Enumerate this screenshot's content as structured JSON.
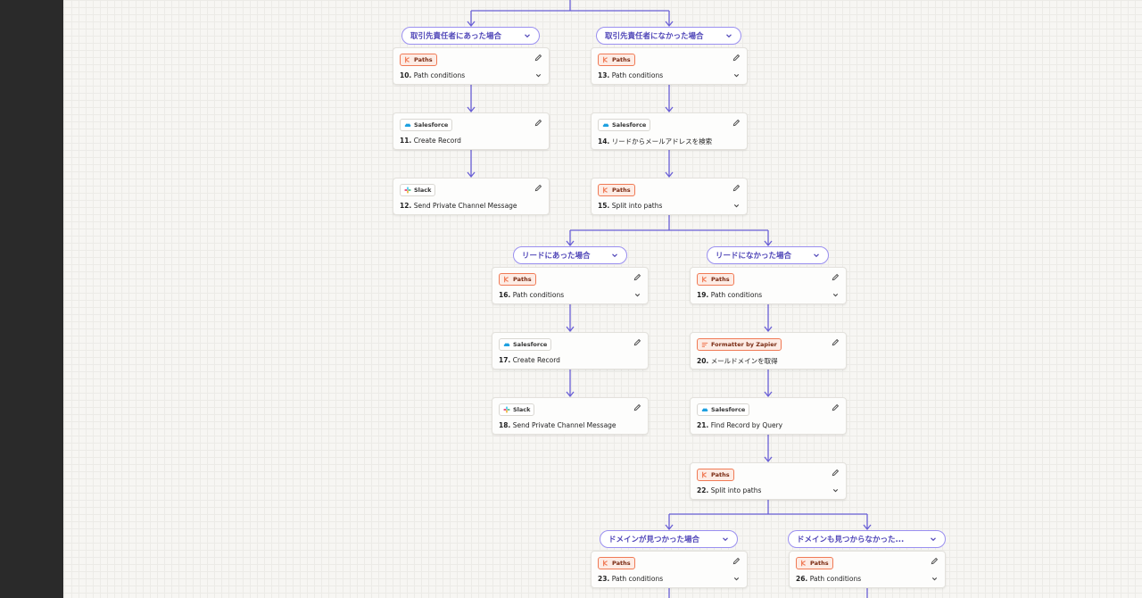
{
  "branches": [
    {
      "label": "取引先責任者にあった場合"
    },
    {
      "label": "取引先責任者になかった場合"
    },
    {
      "label": "リードにあった場合"
    },
    {
      "label": "リードになかった場合"
    },
    {
      "label": "ドメインが見つかった場合"
    },
    {
      "label": "ドメインも見つからなかった..."
    }
  ],
  "steps": [
    {
      "app": "Paths",
      "num": "10.",
      "title": "Path conditions"
    },
    {
      "app": "Salesforce",
      "num": "11.",
      "title": "Create Record"
    },
    {
      "app": "Slack",
      "num": "12.",
      "title": "Send Private Channel Message"
    },
    {
      "app": "Paths",
      "num": "13.",
      "title": "Path conditions"
    },
    {
      "app": "Salesforce",
      "num": "14.",
      "title": "リードからメールアドレスを検索"
    },
    {
      "app": "Paths",
      "num": "15.",
      "title": "Split into paths"
    },
    {
      "app": "Paths",
      "num": "16.",
      "title": "Path conditions"
    },
    {
      "app": "Salesforce",
      "num": "17.",
      "title": "Create Record"
    },
    {
      "app": "Slack",
      "num": "18.",
      "title": "Send Private Channel Message"
    },
    {
      "app": "Paths",
      "num": "19.",
      "title": "Path conditions"
    },
    {
      "app": "Formatter by Zapier",
      "num": "20.",
      "title": "メールドメインを取得"
    },
    {
      "app": "Salesforce",
      "num": "21.",
      "title": "Find Record by Query"
    },
    {
      "app": "Paths",
      "num": "22.",
      "title": "Split into paths"
    },
    {
      "app": "Paths",
      "num": "23.",
      "title": "Path conditions"
    },
    {
      "app": "Paths",
      "num": "26.",
      "title": "Path conditions"
    }
  ],
  "colors": {
    "connector": "#6a5fd6",
    "paths_accent": "#f07a55",
    "salesforce": "#1ea0e0",
    "pill_border": "#9a8ff0",
    "pill_text": "#5046b8"
  }
}
